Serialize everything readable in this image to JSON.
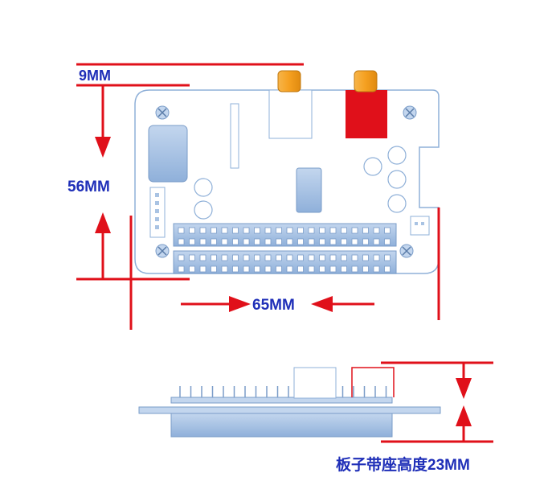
{
  "labels": {
    "dim_top_offset": "9MM",
    "dim_height": "56MM",
    "dim_width": "65MM",
    "dim_stack_height": "板子带座高度23MM"
  },
  "colors": {
    "dimension_line": "#e0101a",
    "label_text": "#1f2fb8",
    "board_outline": "#8fb0d8",
    "component_fill": "#a9c3e3",
    "rca_red": "#e0101a",
    "rca_orange": "#f5a020"
  }
}
